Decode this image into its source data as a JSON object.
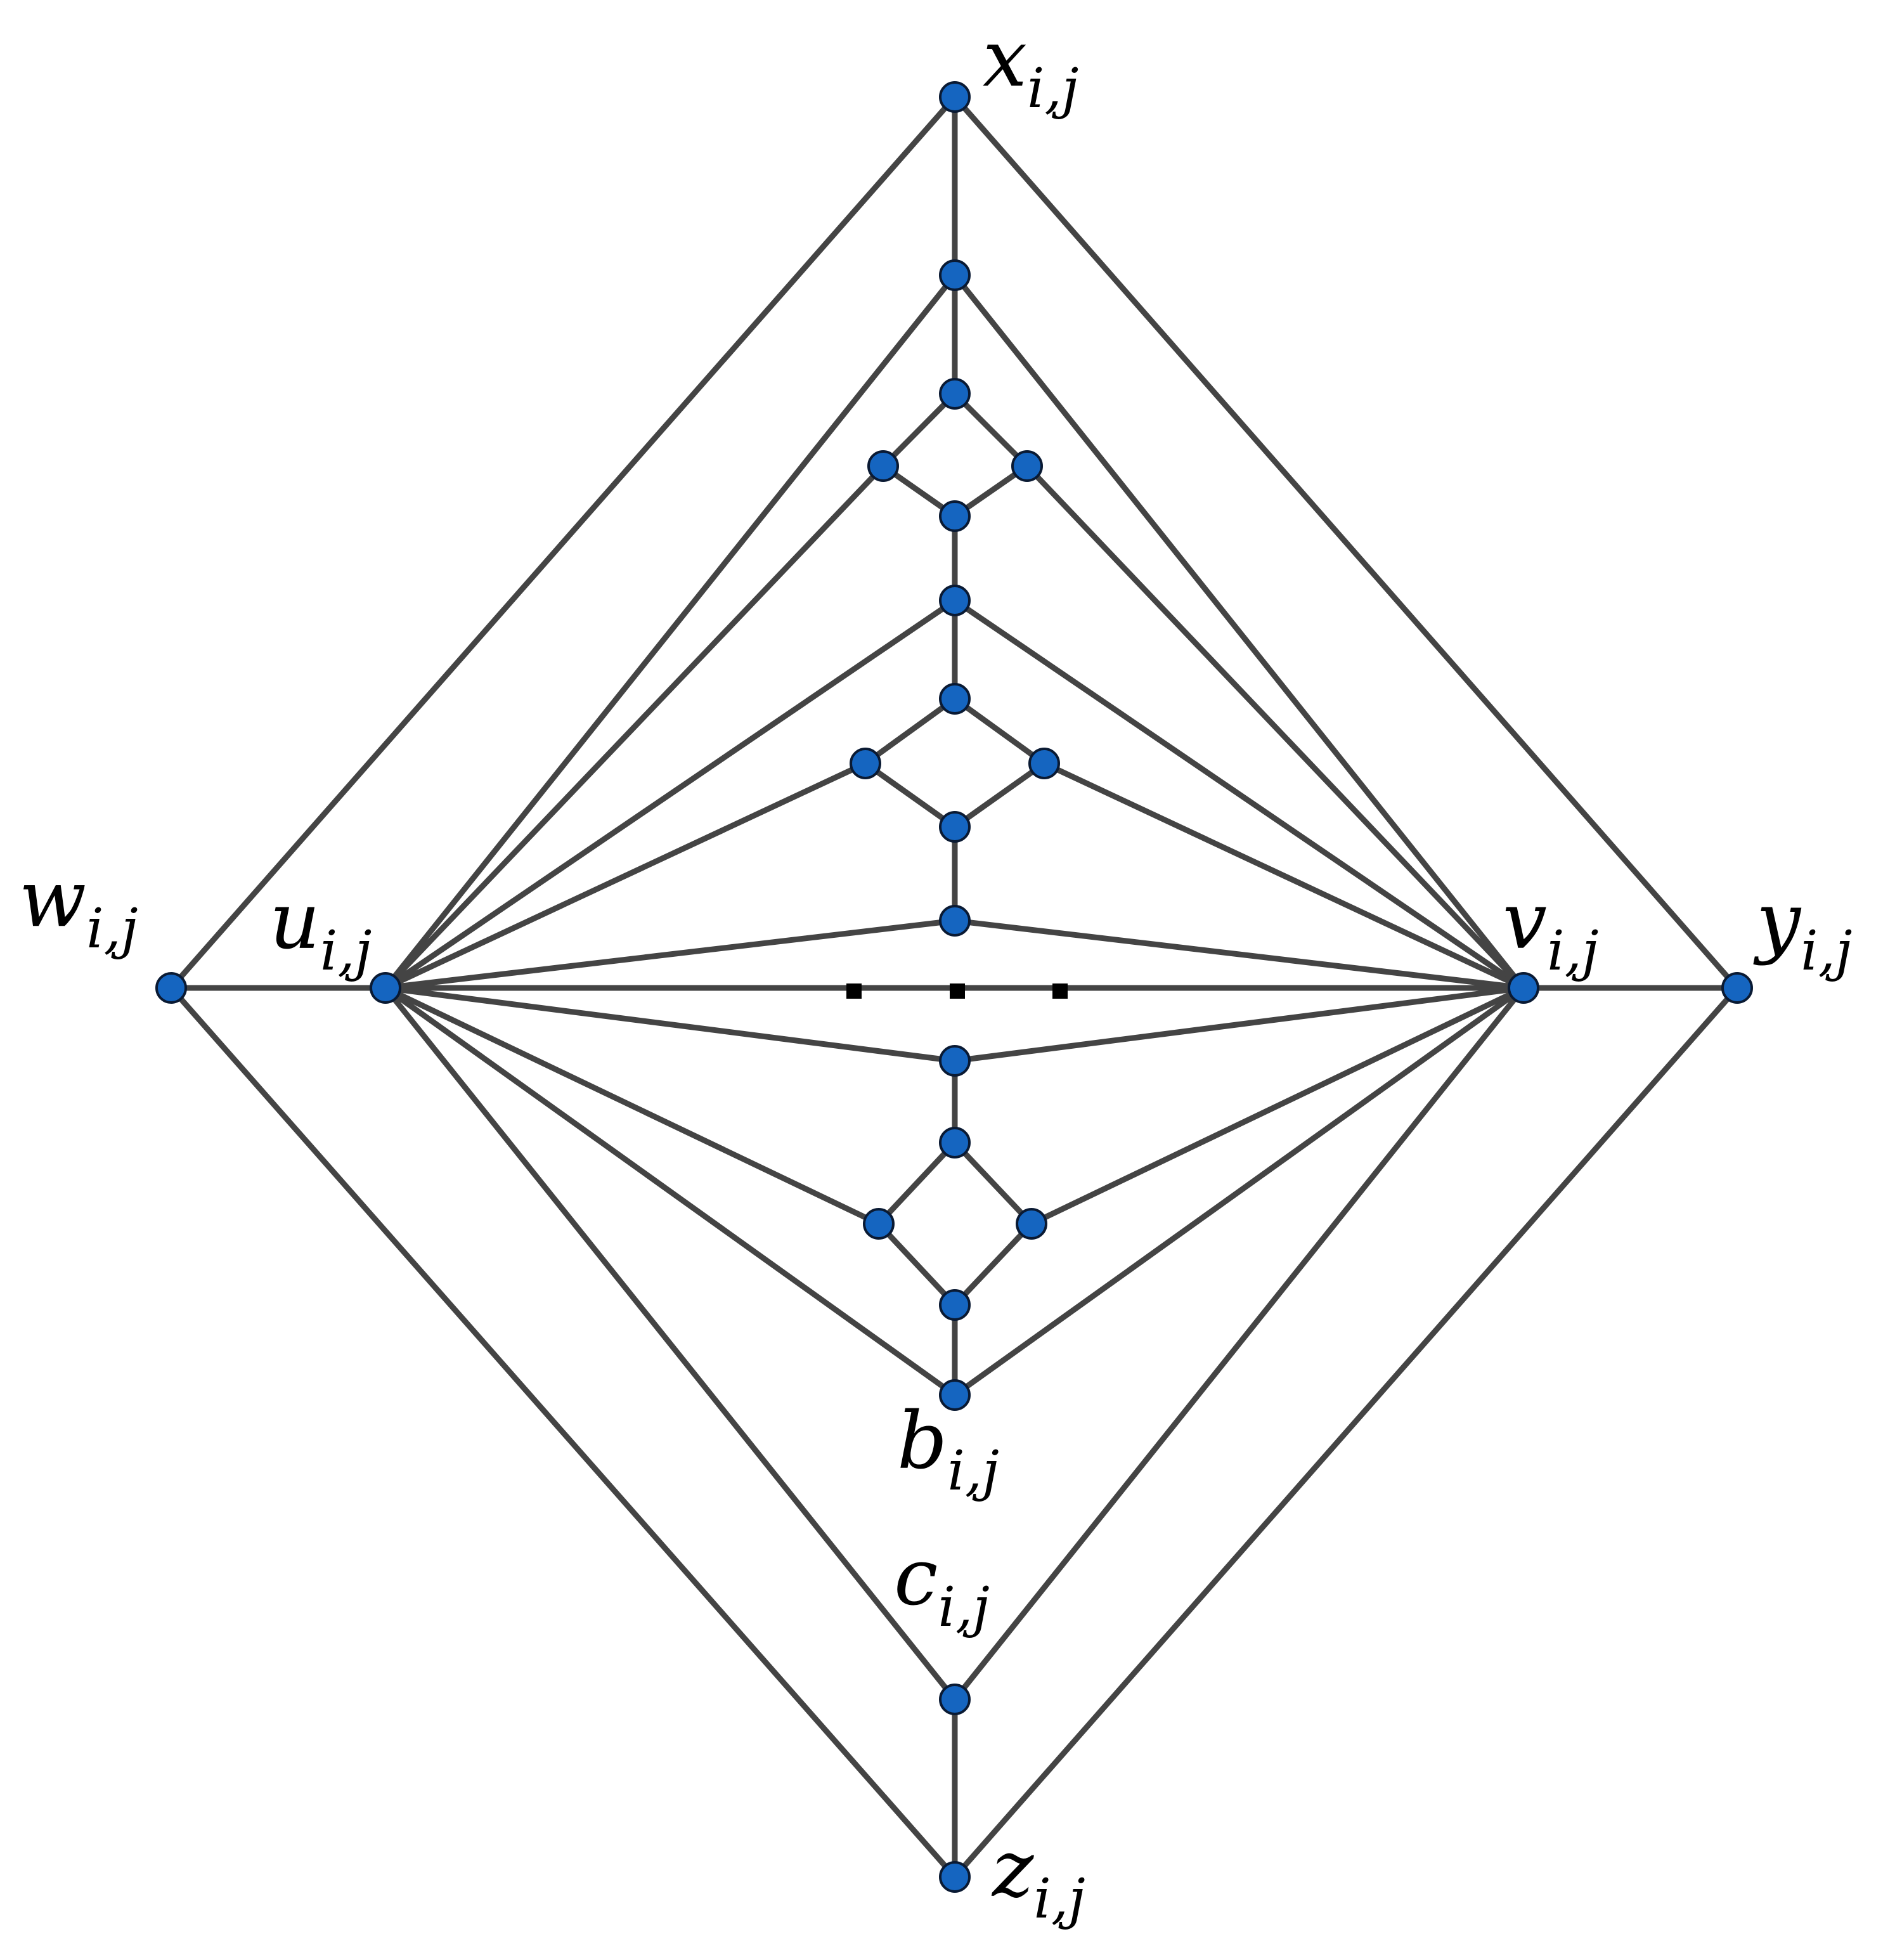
{
  "labels": {
    "x": {
      "main": "x",
      "sub": "i,j"
    },
    "y": {
      "main": "y",
      "sub": "i,j"
    },
    "w": {
      "main": "w",
      "sub": "i,j"
    },
    "u": {
      "main": "u",
      "sub": "i,j"
    },
    "v": {
      "main": "v",
      "sub": "i,j"
    },
    "b": {
      "main": "b",
      "sub": "i,j"
    },
    "c": {
      "main": "c",
      "sub": "i,j"
    },
    "z": {
      "main": "z",
      "sub": "i,j"
    }
  },
  "colors": {
    "node_fill": "#1565c0",
    "node_stroke": "#0a1a33",
    "edge": "#444444"
  }
}
